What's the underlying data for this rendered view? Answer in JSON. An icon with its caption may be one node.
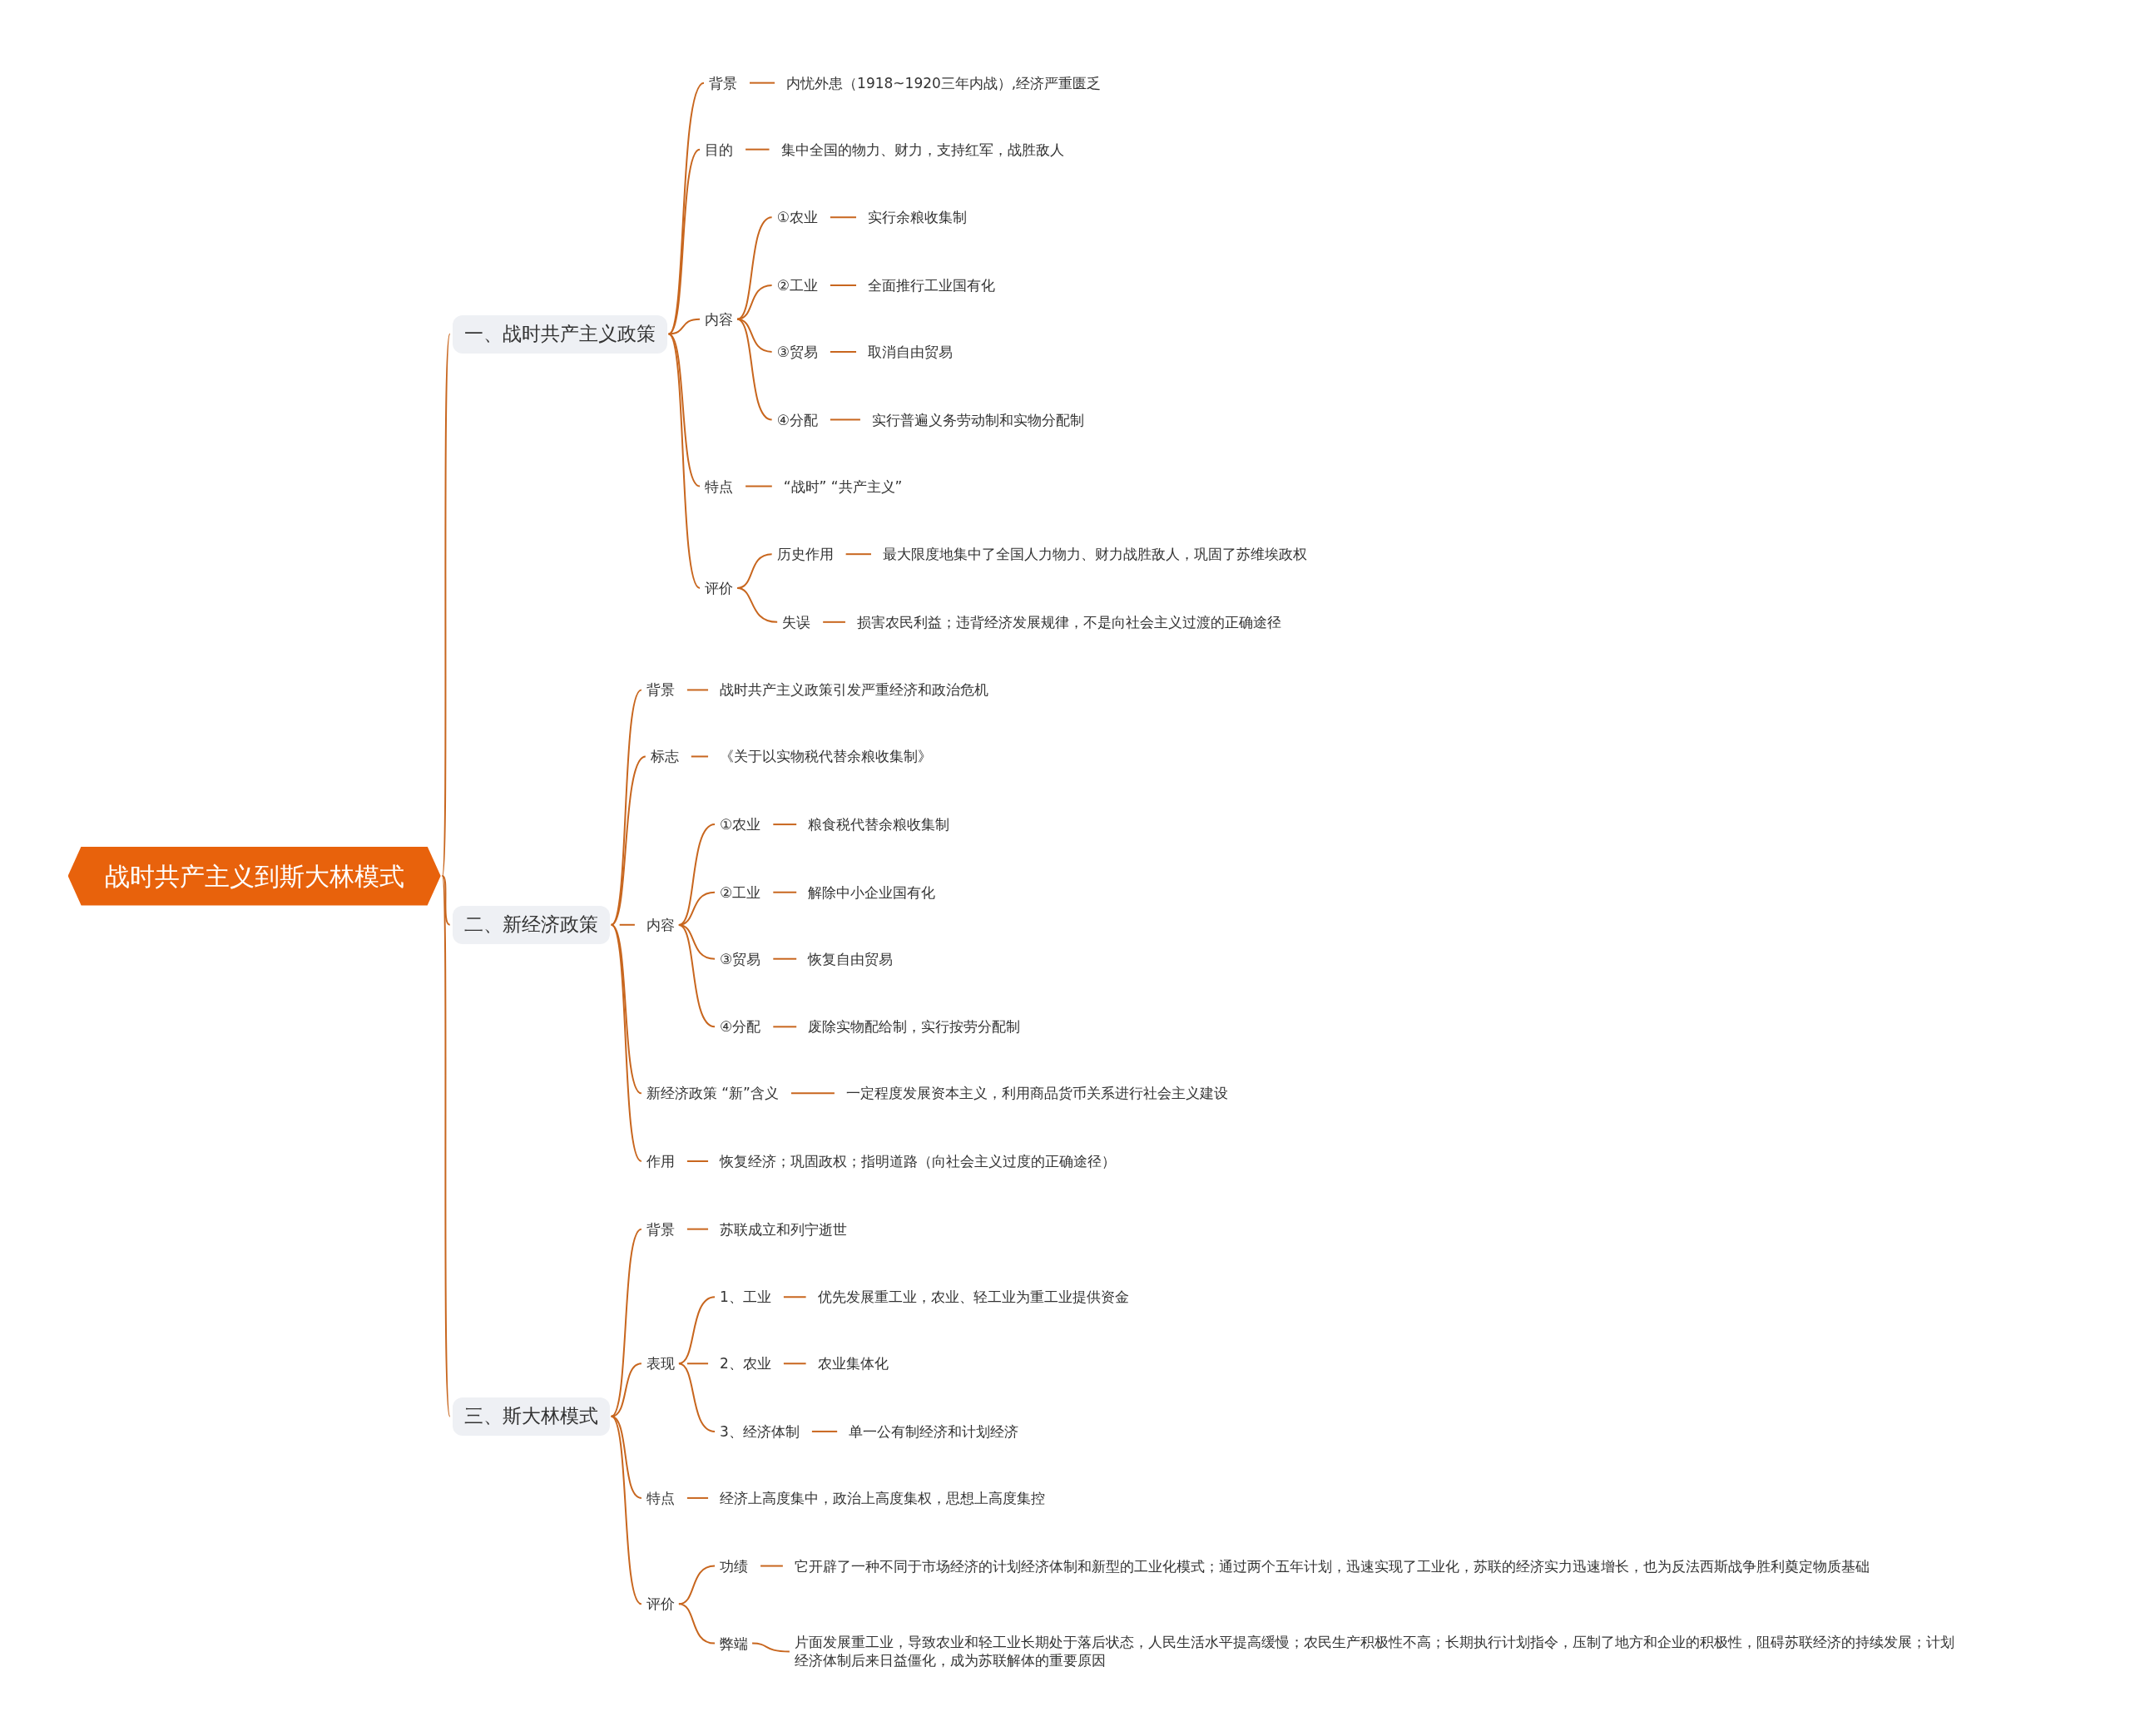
{
  "diagram": {
    "nodes": [
      {
        "text": [
          "战时共产主义到斯大林模式"
        ]
      },
      {
        "text": [
          "一、战时共产主义政策"
        ]
      },
      {
        "text": [
          "背景"
        ]
      },
      {
        "text": [
          "内忧外患（1918~1920三年内战）,经济严重匮乏"
        ]
      },
      {
        "text": [
          "目的"
        ]
      },
      {
        "text": [
          "集中全国的物力、财力，支持红军，战胜敌人"
        ]
      },
      {
        "text": [
          "内容"
        ]
      },
      {
        "text": [
          "①农业"
        ]
      },
      {
        "text": [
          "实行余粮收集制"
        ]
      },
      {
        "text": [
          "②工业"
        ]
      },
      {
        "text": [
          "全面推行工业国有化"
        ]
      },
      {
        "text": [
          "③贸易"
        ]
      },
      {
        "text": [
          "取消自由贸易"
        ]
      },
      {
        "text": [
          "④分配"
        ]
      },
      {
        "text": [
          "实行普遍义务劳动制和实物分配制"
        ]
      },
      {
        "text": [
          "特点"
        ]
      },
      {
        "text": [
          "“战时” “共产主义”"
        ]
      },
      {
        "text": [
          "评价"
        ]
      },
      {
        "text": [
          "历史作用"
        ]
      },
      {
        "text": [
          "最大限度地集中了全国人力物力、财力战胜敌人，巩固了苏维埃政权"
        ]
      },
      {
        "text": [
          "失误"
        ]
      },
      {
        "text": [
          "损害农民利益；违背经济发展规律，不是向社会主义过渡的正确途径"
        ]
      },
      {
        "text": [
          "二、新经济政策"
        ]
      },
      {
        "text": [
          "背景"
        ]
      },
      {
        "text": [
          "战时共产主义政策引发严重经济和政治危机"
        ]
      },
      {
        "text": [
          "标志"
        ]
      },
      {
        "text": [
          "《关于以实物税代替余粮收集制》"
        ]
      },
      {
        "text": [
          "内容"
        ]
      },
      {
        "text": [
          "①农业"
        ]
      },
      {
        "text": [
          "粮食税代替余粮收集制"
        ]
      },
      {
        "text": [
          "②工业"
        ]
      },
      {
        "text": [
          "解除中小企业国有化"
        ]
      },
      {
        "text": [
          "③贸易"
        ]
      },
      {
        "text": [
          "恢复自由贸易"
        ]
      },
      {
        "text": [
          "④分配"
        ]
      },
      {
        "text": [
          "废除实物配给制，实行按劳分配制"
        ]
      },
      {
        "text": [
          "新经济政策 “新”含义"
        ]
      },
      {
        "text": [
          "一定程度发展资本主义，利用商品货币关系进行社会主义建设"
        ]
      },
      {
        "text": [
          "作用"
        ]
      },
      {
        "text": [
          "恢复经济；巩固政权；指明道路（向社会主义过度的正确途径）"
        ]
      },
      {
        "text": [
          "三、斯大林模式"
        ]
      },
      {
        "text": [
          "背景"
        ]
      },
      {
        "text": [
          "苏联成立和列宁逝世"
        ]
      },
      {
        "text": [
          "表现"
        ]
      },
      {
        "text": [
          "1、工业"
        ]
      },
      {
        "text": [
          "优先发展重工业，农业、轻工业为重工业提供资金"
        ]
      },
      {
        "text": [
          "2、农业"
        ]
      },
      {
        "text": [
          "农业集体化"
        ]
      },
      {
        "text": [
          "3、经济体制"
        ]
      },
      {
        "text": [
          "单一公有制经济和计划经济"
        ]
      },
      {
        "text": [
          "特点"
        ]
      },
      {
        "text": [
          "经济上高度集中，政治上高度集权，思想上高度集控"
        ]
      },
      {
        "text": [
          "评价"
        ]
      },
      {
        "text": [
          "功绩"
        ]
      },
      {
        "text": [
          "它开辟了一种不同于市场经济的计划经济体制和新型的工业化模式；通过两个五年计划，迅速实现了工业化，苏联的经济实力迅速增长，也为反法西斯战争胜利奠定物质基础"
        ]
      },
      {
        "text": [
          "弊端"
        ]
      },
      {
        "text": [
          "片面发展重工业，导致农业和轻工业长期处于落后状态，人民生活水平提高缓慢；农民生产积极性不高；长期执行计划指令，压制了地方和企业的积极性，阻碍苏联经济的持续发展；计划经济体制后来日益僵化，成为苏联解体的重要原因"
        ]
      }
    ],
    "edges": [
      {
        "from": 0,
        "to": 1,
        "arrow": "none"
      },
      {
        "from": 0,
        "to": 22,
        "arrow": "none"
      },
      {
        "from": 0,
        "to": 40,
        "arrow": "none"
      },
      {
        "from": 1,
        "to": 2,
        "arrow": "none"
      },
      {
        "from": 2,
        "to": 3,
        "arrow": "none"
      },
      {
        "from": 1,
        "to": 4,
        "arrow": "none"
      },
      {
        "from": 4,
        "to": 5,
        "arrow": "none"
      },
      {
        "from": 1,
        "to": 6,
        "arrow": "none"
      },
      {
        "from": 6,
        "to": 7,
        "arrow": "none"
      },
      {
        "from": 7,
        "to": 8,
        "arrow": "none"
      },
      {
        "from": 6,
        "to": 9,
        "arrow": "none"
      },
      {
        "from": 9,
        "to": 10,
        "arrow": "none"
      },
      {
        "from": 6,
        "to": 11,
        "arrow": "none"
      },
      {
        "from": 11,
        "to": 12,
        "arrow": "none"
      },
      {
        "from": 6,
        "to": 13,
        "arrow": "none"
      },
      {
        "from": 13,
        "to": 14,
        "arrow": "none"
      },
      {
        "from": 1,
        "to": 15,
        "arrow": "none"
      },
      {
        "from": 15,
        "to": 16,
        "arrow": "none"
      },
      {
        "from": 1,
        "to": 17,
        "arrow": "none"
      },
      {
        "from": 17,
        "to": 18,
        "arrow": "none"
      },
      {
        "from": 18,
        "to": 19,
        "arrow": "none"
      },
      {
        "from": 17,
        "to": 20,
        "arrow": "none"
      },
      {
        "from": 20,
        "to": 21,
        "arrow": "none"
      },
      {
        "from": 22,
        "to": 23,
        "arrow": "none"
      },
      {
        "from": 23,
        "to": 24,
        "arrow": "none"
      },
      {
        "from": 22,
        "to": 25,
        "arrow": "none"
      },
      {
        "from": 25,
        "to": 26,
        "arrow": "none"
      },
      {
        "from": 22,
        "to": 27,
        "arrow": "none"
      },
      {
        "from": 27,
        "to": 28,
        "arrow": "none"
      },
      {
        "from": 28,
        "to": 29,
        "arrow": "none"
      },
      {
        "from": 27,
        "to": 30,
        "arrow": "none"
      },
      {
        "from": 30,
        "to": 31,
        "arrow": "none"
      },
      {
        "from": 27,
        "to": 32,
        "arrow": "none"
      },
      {
        "from": 32,
        "to": 33,
        "arrow": "none"
      },
      {
        "from": 27,
        "to": 34,
        "arrow": "none"
      },
      {
        "from": 34,
        "to": 35,
        "arrow": "none"
      },
      {
        "from": 22,
        "to": 36,
        "arrow": "none"
      },
      {
        "from": 36,
        "to": 37,
        "arrow": "none"
      },
      {
        "from": 22,
        "to": 38,
        "arrow": "none"
      },
      {
        "from": 38,
        "to": 39,
        "arrow": "none"
      },
      {
        "from": 40,
        "to": 41,
        "arrow": "none"
      },
      {
        "from": 41,
        "to": 42,
        "arrow": "none"
      },
      {
        "from": 40,
        "to": 43,
        "arrow": "none"
      },
      {
        "from": 43,
        "to": 44,
        "arrow": "none"
      },
      {
        "from": 44,
        "to": 45,
        "arrow": "none"
      },
      {
        "from": 43,
        "to": 46,
        "arrow": "none"
      },
      {
        "from": 46,
        "to": 47,
        "arrow": "none"
      },
      {
        "from": 43,
        "to": 48,
        "arrow": "none"
      },
      {
        "from": 48,
        "to": 49,
        "arrow": "none"
      },
      {
        "from": 40,
        "to": 50,
        "arrow": "none"
      },
      {
        "from": 50,
        "to": 51,
        "arrow": "none"
      },
      {
        "from": 40,
        "to": 52,
        "arrow": "none"
      },
      {
        "from": 52,
        "to": 53,
        "arrow": "none"
      },
      {
        "from": 53,
        "to": 54,
        "arrow": "none"
      },
      {
        "from": 52,
        "to": 55,
        "arrow": "none"
      },
      {
        "from": 55,
        "to": 56,
        "arrow": "none"
      }
    ]
  }
}
